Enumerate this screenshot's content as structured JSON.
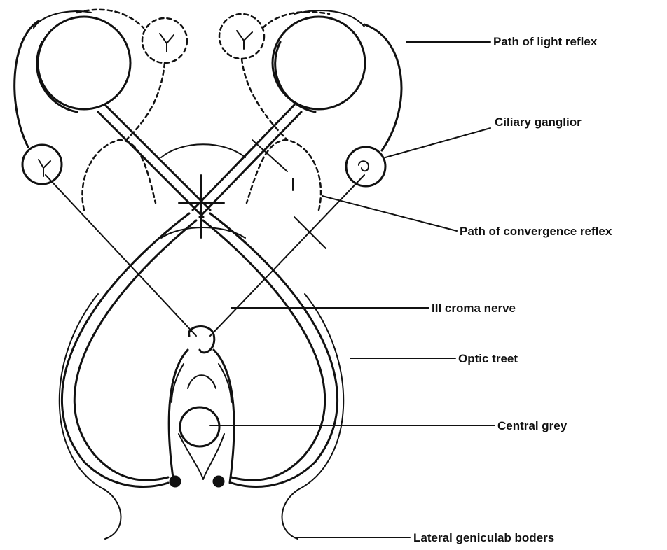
{
  "labels": {
    "light_reflex": "Path of light reflex",
    "ciliary": "Ciliary ganglior",
    "convergence": "Path of convergence reflex",
    "croma": "III croma nerve",
    "optic": "Optic treet",
    "central_grey": "Central grey",
    "lateral": "Lateral geniculab boders"
  }
}
